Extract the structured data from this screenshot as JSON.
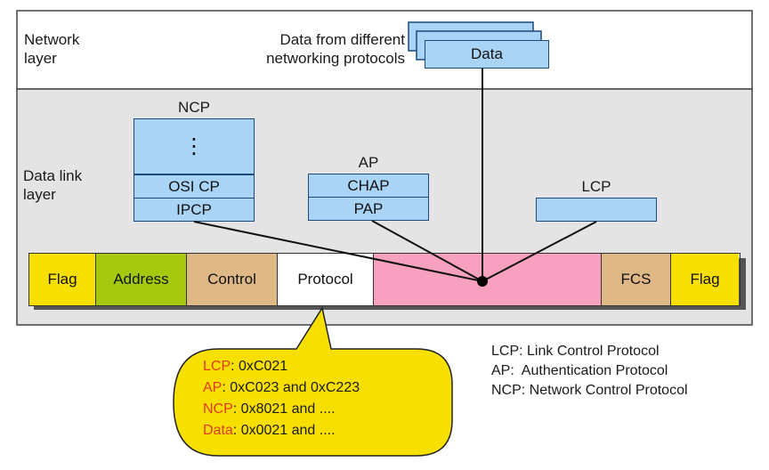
{
  "network_layer": {
    "label_line1": "Network",
    "label_line2": "layer",
    "data_caption_line1": "Data from different",
    "data_caption_line2": "networking protocols",
    "data_box_label": "Data"
  },
  "data_link_layer": {
    "label_line1": "Data link",
    "label_line2": "layer",
    "ncp": {
      "title": "NCP",
      "dots": "⋮",
      "items": [
        "OSI CP",
        "IPCP"
      ]
    },
    "ap": {
      "title": "AP",
      "items": [
        "CHAP",
        "PAP"
      ]
    },
    "lcp": {
      "title": "LCP"
    }
  },
  "frame": {
    "fields": [
      {
        "label": "Flag",
        "color": "#f7e000"
      },
      {
        "label": "Address",
        "color": "#a6c90f"
      },
      {
        "label": "Control",
        "color": "#deb887"
      },
      {
        "label": "Protocol",
        "color": "#ffffff"
      },
      {
        "label": "",
        "color": "#f8a0c0"
      },
      {
        "label": "FCS",
        "color": "#deb887"
      },
      {
        "label": "Flag",
        "color": "#f7e000"
      }
    ]
  },
  "callout": {
    "color": "#f7e000",
    "lines": [
      {
        "key": "LCP",
        "value": ": 0xC021"
      },
      {
        "key": "AP",
        "value": ": 0xC023 and 0xC223"
      },
      {
        "key": "NCP",
        "value": ": 0x8021 and ...."
      },
      {
        "key": "Data",
        "value": ": 0x0021 and ...."
      }
    ]
  },
  "legend": [
    "LCP: Link Control Protocol",
    "AP:  Authentication Protocol",
    "NCP: Network Control Protocol"
  ]
}
